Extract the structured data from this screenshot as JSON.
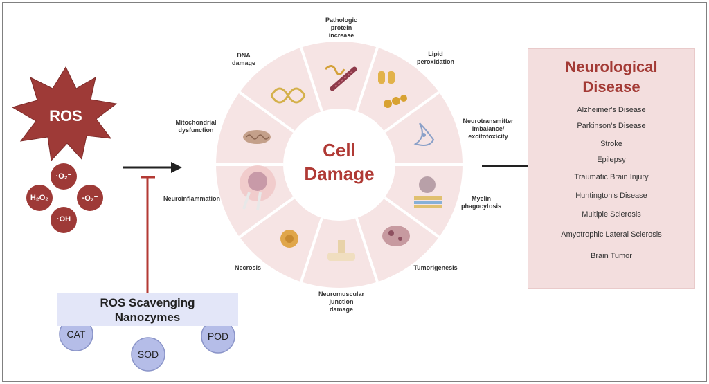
{
  "ros": {
    "burst_label": "ROS",
    "species": [
      {
        "label": "·O₂⁻"
      },
      {
        "label": "H₂O₂"
      },
      {
        "label": "·O₂⁻"
      },
      {
        "label": "·OH"
      }
    ]
  },
  "scavenger": {
    "title_line1": "ROS Scavenging",
    "title_line2": "Nanozymes",
    "enzymes": [
      "CAT",
      "SOD",
      "POD"
    ]
  },
  "center": {
    "line1": "Cell",
    "line2": "Damage"
  },
  "segments": {
    "pathologic_protein": [
      "Pathologic",
      "protein",
      "increase"
    ],
    "lipid_peroxidation": [
      "Lipid",
      "peroxidation"
    ],
    "neurotransmitter": [
      "Neurotransmitter",
      "imbalance/",
      "excitotoxicity"
    ],
    "myelin": [
      "Myelin",
      "phagocytosis"
    ],
    "tumorigenesis": [
      "Tumorigenesis"
    ],
    "neuromuscular": [
      "Neuromuscular",
      "junction",
      "damage"
    ],
    "necrosis": [
      "Necrosis"
    ],
    "neuroinflammation": [
      "Neuroinflammation"
    ],
    "mitochondrial": [
      "Mitochondrial",
      "dysfunction"
    ],
    "dna": [
      "DNA",
      "damage"
    ]
  },
  "disease": {
    "title_line1": "Neurological",
    "title_line2": "Disease",
    "items": [
      "Alzheimer's Disease",
      "Parkinson's Disease",
      "Stroke",
      "Epilepsy",
      "Traumatic Brain Injury",
      "Huntington's Disease",
      "Multiple Sclerosis",
      "Amyotrophic Lateral Sclerosis",
      "Brain Tumor"
    ]
  },
  "colors": {
    "ros_red": "#9e3a37",
    "wheel_pink": "#f6e4e4",
    "disease_bg": "#f3dede",
    "title_red": "#a33a35",
    "nanozyme_blue": "#b5bde8",
    "inhibit_red": "#b33a34"
  }
}
